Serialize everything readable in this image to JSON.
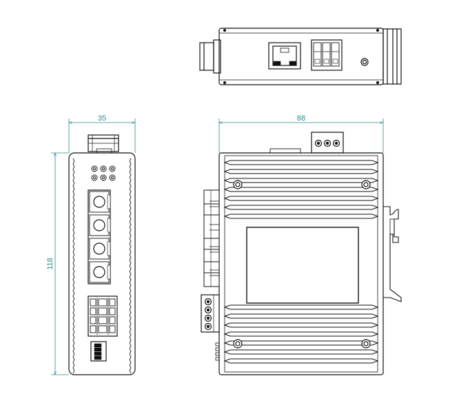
{
  "dimensions": {
    "width_side": "35",
    "width_front": "88",
    "height_side": "118"
  },
  "colors": {
    "dimension": "#2a8a8a",
    "outline": "#111111",
    "background": "#ffffff"
  }
}
